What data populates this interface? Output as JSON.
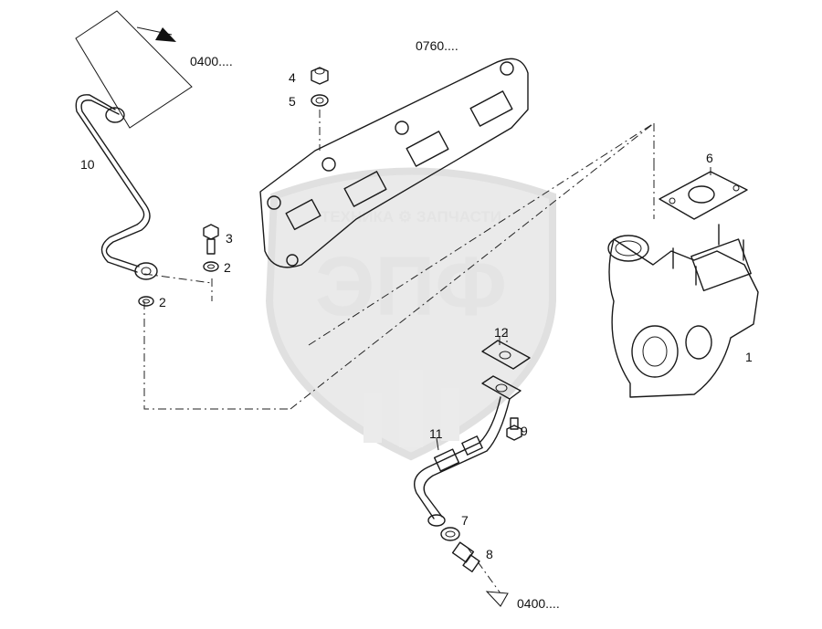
{
  "references": {
    "ref_top_left": "0400....",
    "ref_top_center": "0760....",
    "ref_bottom": "0400...."
  },
  "callouts": {
    "c1": "1",
    "c2a": "2",
    "c2b": "2",
    "c3": "3",
    "c4": "4",
    "c5": "5",
    "c6": "6",
    "c7": "7",
    "c8": "8",
    "c9": "9",
    "c10": "10",
    "c11": "11",
    "c12": "12"
  },
  "watermark": {
    "tagline": "ТЕХНИКА ⚙ ЗАПЧАСТИ",
    "logo": "ЭПФ"
  }
}
